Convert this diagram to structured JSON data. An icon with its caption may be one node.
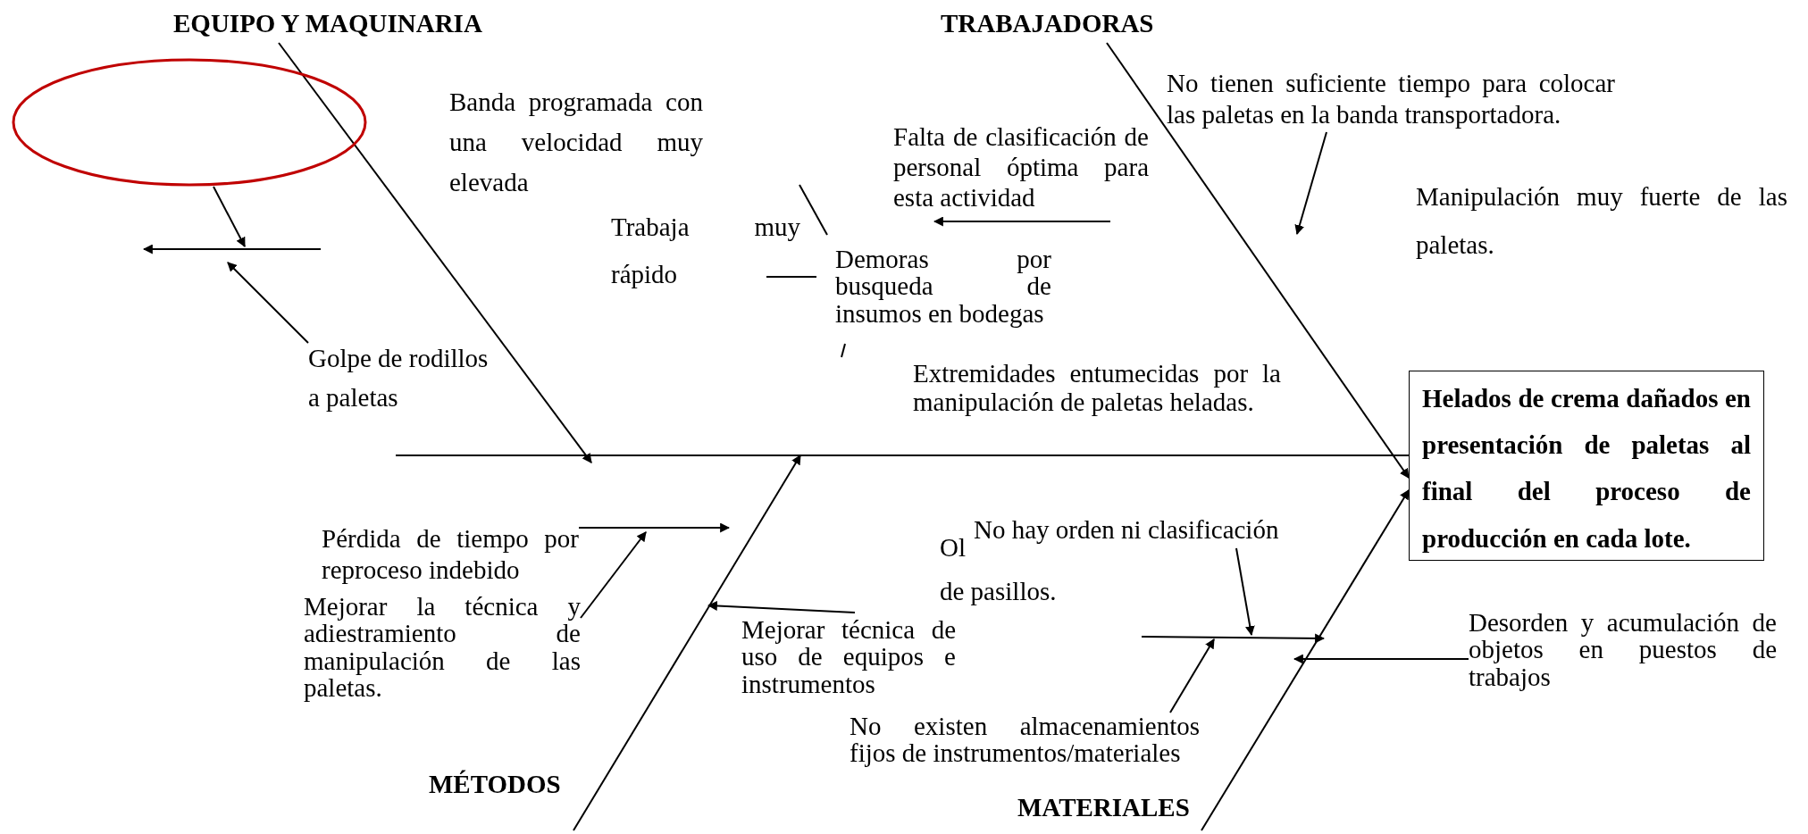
{
  "diagram": {
    "nodes": [
      {
        "text": [
          "EQUIPO Y MAQUINARIA"
        ]
      },
      {
        "text": [],
        "shape": "circle"
      },
      {
        "text": [
          "Golpe de rodillos a paletas"
        ]
      },
      {
        "text": [
          "TRABAJADORAS"
        ]
      },
      {
        "text": [
          "Falta de clasificación de personal óptima para esta actividad"
        ]
      },
      {
        "text": [
          "No tienen suficiente tiempo para colocar las paletas en la banda transportadora."
        ]
      },
      {
        "text": [
          "Helados de crema dañados en presentación de paletas al final del proceso de producción en cada lote."
        ]
      },
      {
        "text": [
          "Pérdida de tiempo por reproceso indebido"
        ]
      },
      {
        "text": [
          "Mejorar la técnica y adiestramiento de manipulación de las paletas."
        ]
      },
      {
        "text": [
          "Mejorar técnica de uso de equipos e instrumentos"
        ]
      },
      {
        "text": [
          "No hay orden ni clasificación"
        ]
      },
      {
        "text": [
          "No existen almacenamientos fijos de instrumentos/materiales"
        ]
      },
      {
        "text": [
          "Desorden y acumulación de objetos en puestos de trabajos"
        ]
      }
    ],
    "edges": [
      {
        "from": 0,
        "to": null,
        "arrow": "to"
      },
      {
        "from": 1,
        "to": null,
        "arrow": "to"
      },
      {
        "from": 2,
        "to": null,
        "arrow": "to"
      },
      {
        "from": 3,
        "to": 6,
        "arrow": "to"
      },
      {
        "from": null,
        "to": 4,
        "arrow": "to"
      },
      {
        "from": 5,
        "to": null,
        "arrow": "to"
      },
      {
        "from": null,
        "to": 6,
        "arrow": "none"
      },
      {
        "from": 7,
        "to": null,
        "arrow": "to"
      },
      {
        "from": 8,
        "to": null,
        "arrow": "to"
      },
      {
        "from": 9,
        "to": null,
        "arrow": "to"
      },
      {
        "from": 10,
        "to": null,
        "arrow": "to"
      },
      {
        "from": 11,
        "to": null,
        "arrow": "to"
      },
      {
        "from": null,
        "to": 6,
        "arrow": "to"
      },
      {
        "from": 12,
        "to": null,
        "arrow": "to"
      }
    ],
    "labels": [
      "Banda programada con una velocidad muy elevada",
      "Trabaja muy rápido",
      "Demoras por busqueda de insumos en bodegas",
      "Manipulación muy fuerte de las paletas.",
      "Extremidades entumecidas por la manipulación de paletas heladas.",
      "Ol",
      "de pasillos.",
      "MÉTODOS",
      "MATERIALES"
    ]
  }
}
